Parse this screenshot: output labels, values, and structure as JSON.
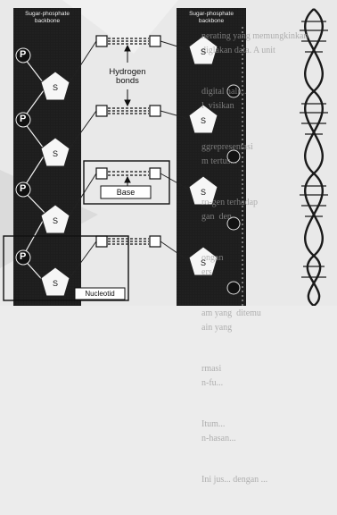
{
  "left_strand": {
    "title_line1": "Sugar-phosphate",
    "title_line2": "backbone",
    "phosphate_label": "P",
    "sugar_label": "S"
  },
  "right_strand": {
    "title_line1": "Sugar-phosphate",
    "title_line2": "backbone",
    "sugar_label": "S"
  },
  "labels": {
    "hydrogen_bonds_line1": "Hydrogen",
    "hydrogen_bonds_line2": "bonds",
    "base": "Base",
    "nucleotide": "Nucleotid"
  },
  "background_text": [
    "nerating yang memungkinkan",
    "diglakan data. A unit",
    "digital nali...",
    "l  visikan",
    "ggrepresentasi",
    "m tertus...",
    "ro-gen terhadap",
    "gan  den",
    "ongan",
    "ers",
    "am yang  ditemu",
    "ain yang",
    "rmasi",
    "n-fu...",
    "Itum...",
    "n-hasan...",
    "Ini jus... dengan ..."
  ],
  "colors": {
    "strand": "#1c1c1c",
    "paper": "#ececec",
    "ink": "#111111"
  }
}
